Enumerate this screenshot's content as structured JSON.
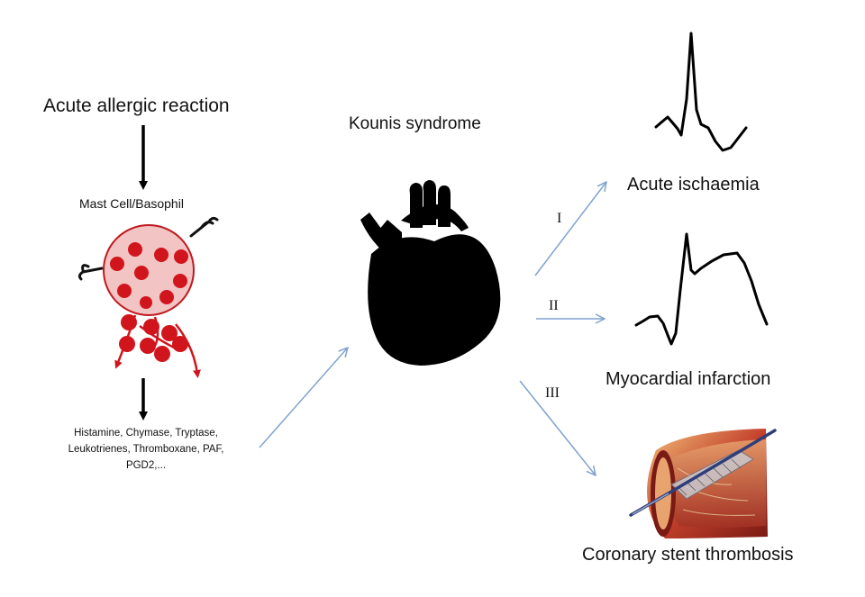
{
  "labels": {
    "trigger": "Acute allergic reaction",
    "cell": "Mast Cell/Basophil",
    "mediators": "Histamine, Chymase, Tryptase, Leukotrienes, Thromboxane, PAF, PGD2,...",
    "syndrome": "Kounis syndrome"
  },
  "types": [
    {
      "numeral": "I",
      "outcome": "Acute ischaemia"
    },
    {
      "numeral": "II",
      "outcome": "Myocardial infarction"
    },
    {
      "numeral": "III",
      "outcome": "Coronary stent thrombosis"
    }
  ],
  "colors": {
    "arrow_black": "#000000",
    "arrow_blue": "#7fa3cf",
    "cell_fill": "#f2c4c4",
    "cell_border": "#c0191f",
    "granule": "#d1151d",
    "heart": "#000000",
    "ecg_line": "#000000"
  },
  "icons": {
    "cell": "mast-cell-icon",
    "heart": "heart-icon",
    "ecg_ischaemia": "ecg-st-depression-icon",
    "ecg_infarction": "ecg-st-elevation-icon",
    "stent": "coronary-stent-icon"
  }
}
